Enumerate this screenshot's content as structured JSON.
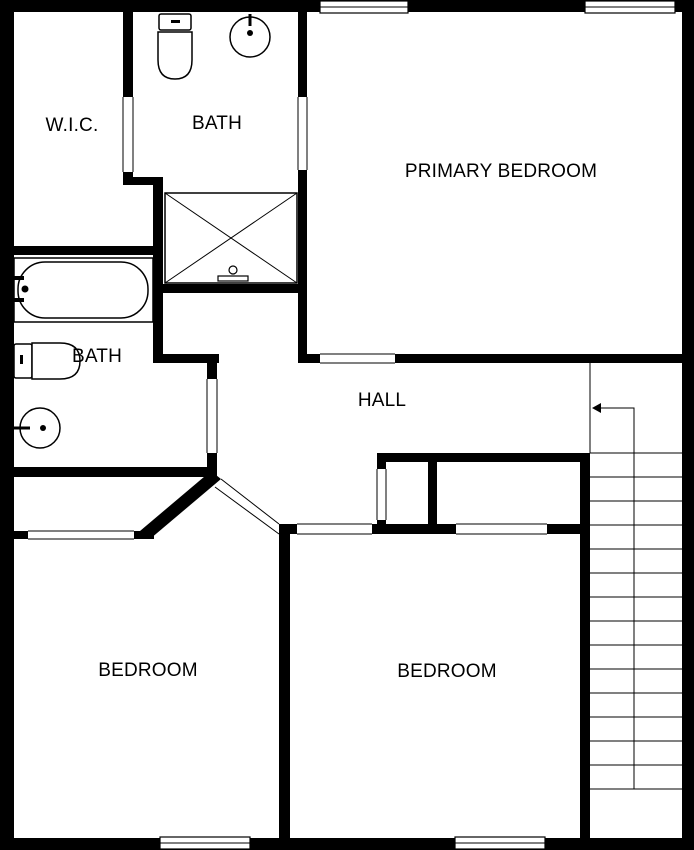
{
  "rooms": {
    "wic": "W.I.C.",
    "bath_upper": "BATH",
    "primary_bedroom": "PRIMARY BEDROOM",
    "bath_lower": "BATH",
    "hall": "HALL",
    "bedroom_left": "BEDROOM",
    "bedroom_right": "BEDROOM"
  },
  "icons": [
    "toilet-icon",
    "sink-icon",
    "shower-icon",
    "bathtub-icon",
    "window-icon",
    "stairs-icon"
  ],
  "colors": {
    "wall": "#000000",
    "background": "#ffffff"
  }
}
